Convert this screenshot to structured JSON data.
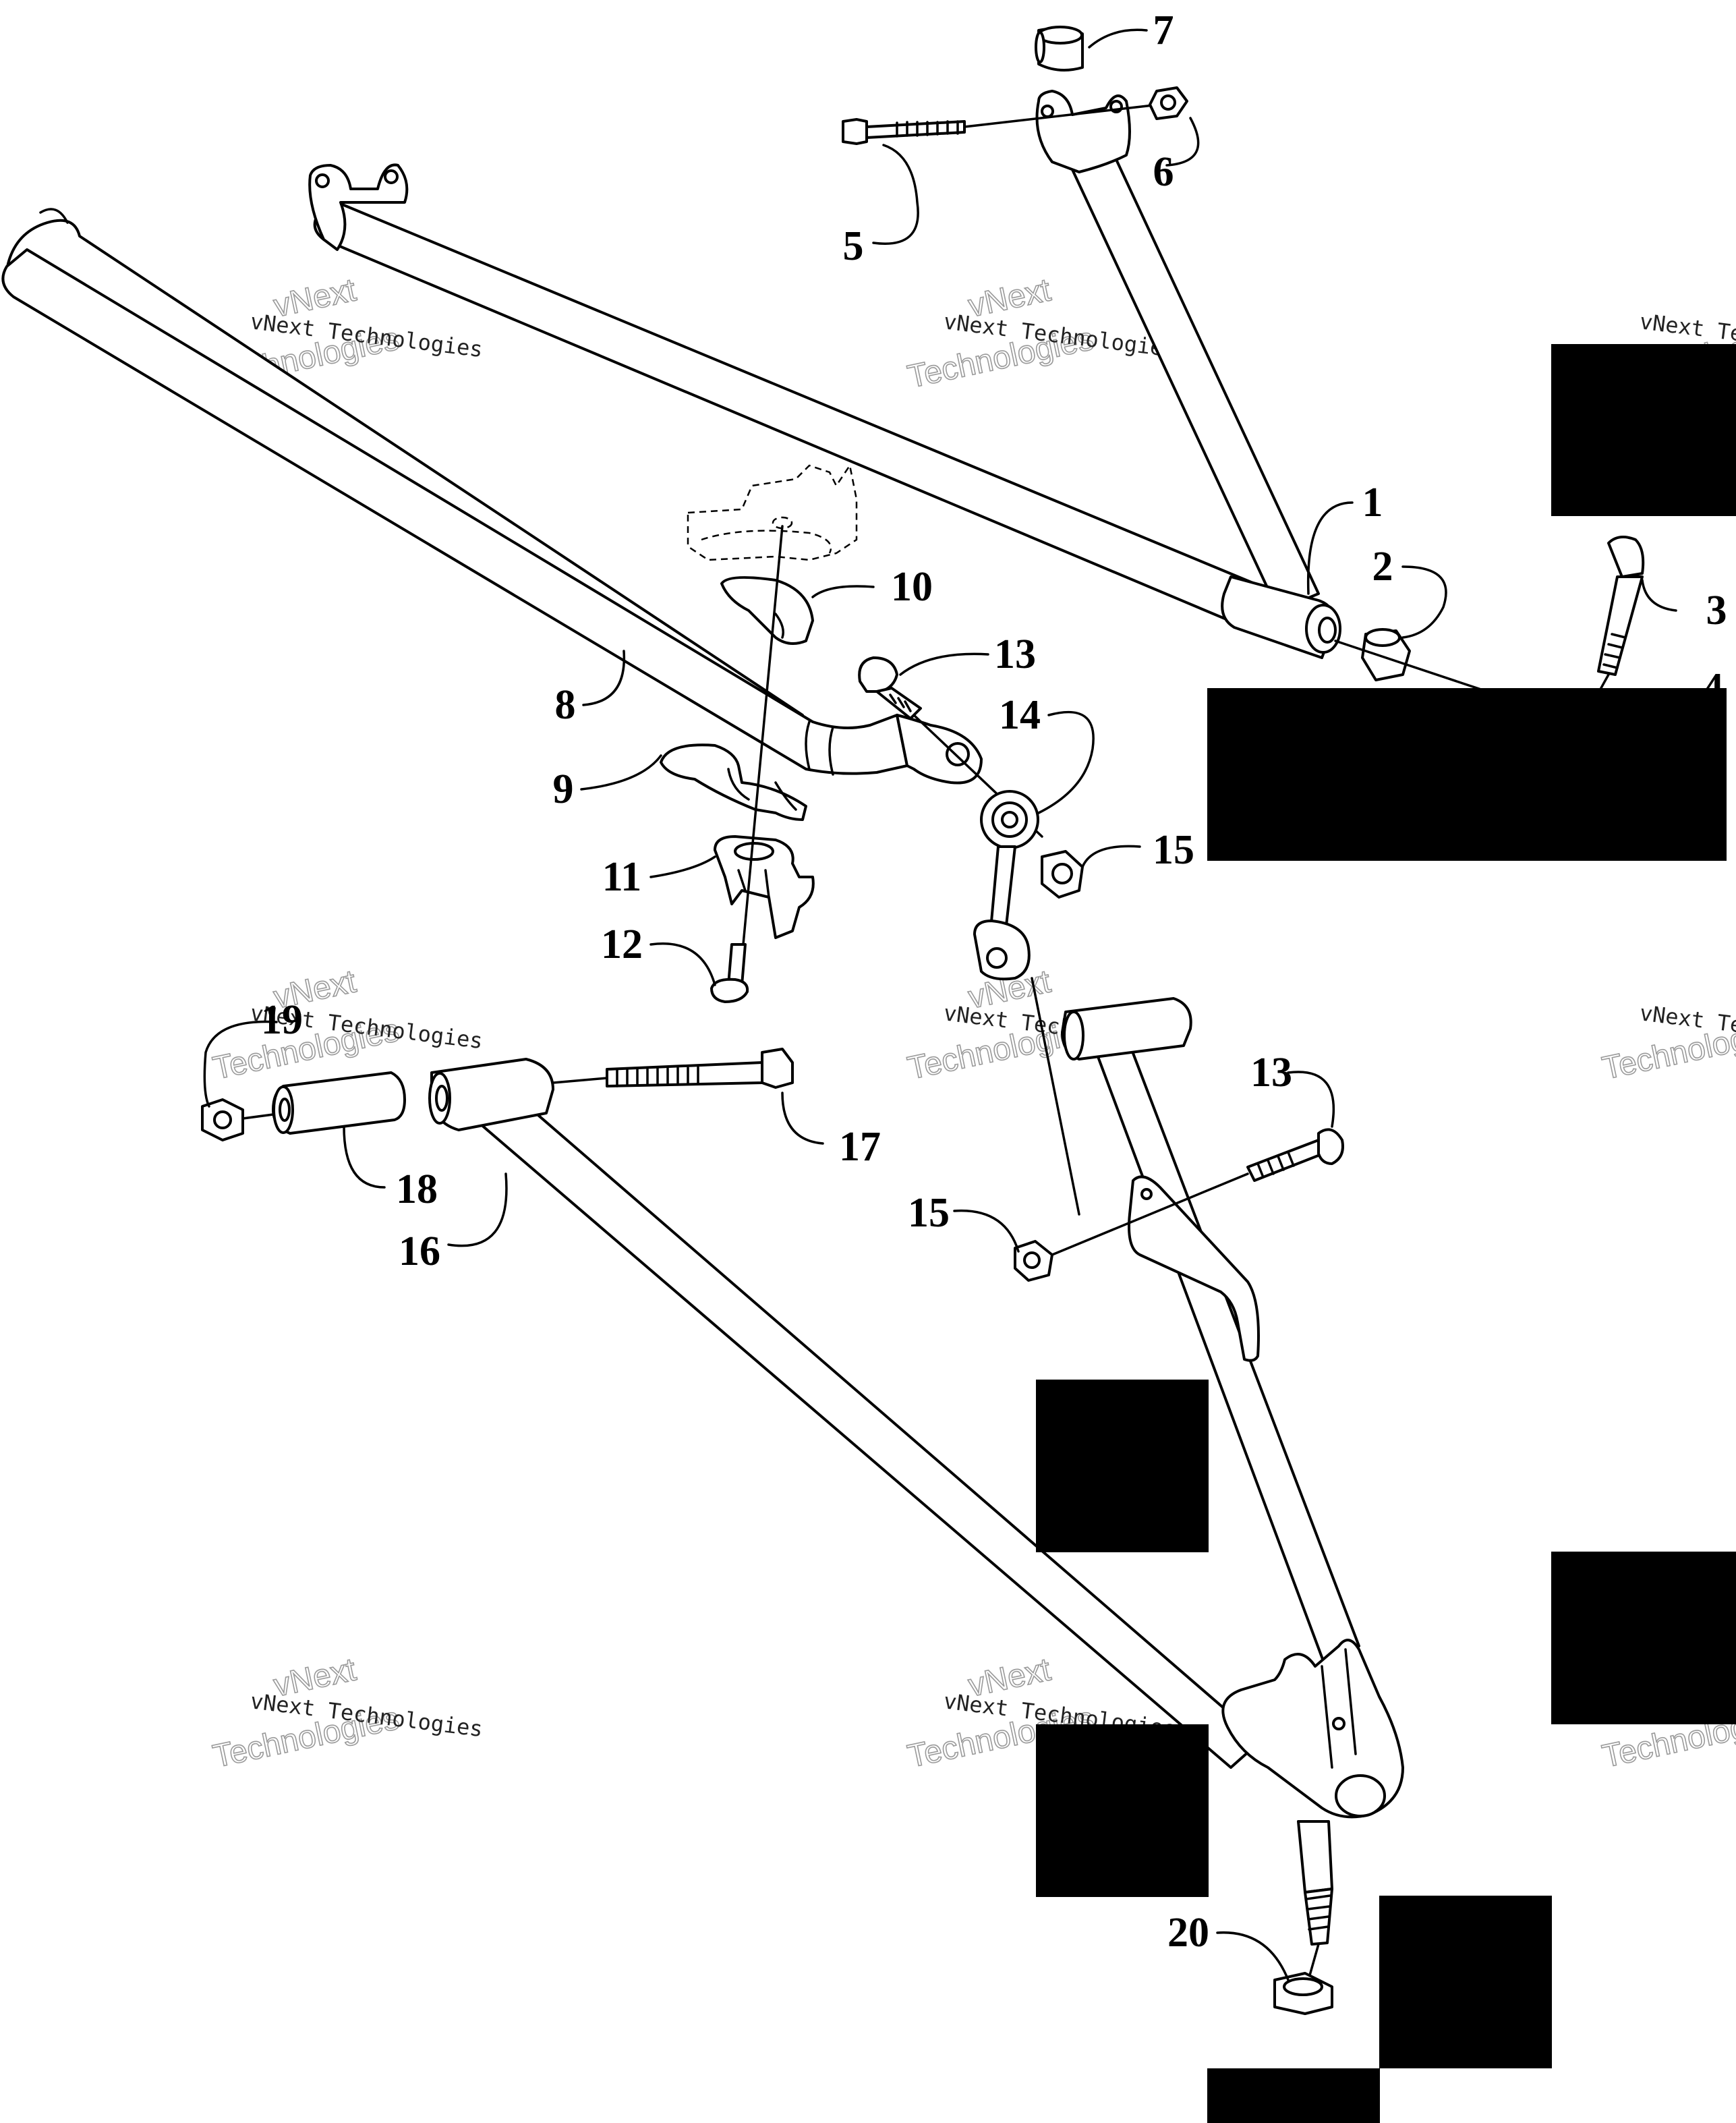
{
  "diagram": {
    "callouts": [
      {
        "id": "c1",
        "label": "1"
      },
      {
        "id": "c2",
        "label": "2"
      },
      {
        "id": "c3",
        "label": "3"
      },
      {
        "id": "c4",
        "label": "4"
      },
      {
        "id": "c5",
        "label": "5"
      },
      {
        "id": "c6",
        "label": "6"
      },
      {
        "id": "c7",
        "label": "7"
      },
      {
        "id": "c8",
        "label": "8"
      },
      {
        "id": "c9",
        "label": "9"
      },
      {
        "id": "c10",
        "label": "10"
      },
      {
        "id": "c11",
        "label": "11"
      },
      {
        "id": "c12",
        "label": "12"
      },
      {
        "id": "c13a",
        "label": "13"
      },
      {
        "id": "c13b",
        "label": "13"
      },
      {
        "id": "c14",
        "label": "14"
      },
      {
        "id": "c15a",
        "label": "15"
      },
      {
        "id": "c15b",
        "label": "15"
      },
      {
        "id": "c16",
        "label": "16"
      },
      {
        "id": "c17",
        "label": "17"
      },
      {
        "id": "c18",
        "label": "18"
      },
      {
        "id": "c19",
        "label": "19"
      },
      {
        "id": "c20",
        "label": "20"
      }
    ],
    "watermark": {
      "line1": "vNext Technologies",
      "line2": "Technologies",
      "line3": "vNext"
    }
  }
}
